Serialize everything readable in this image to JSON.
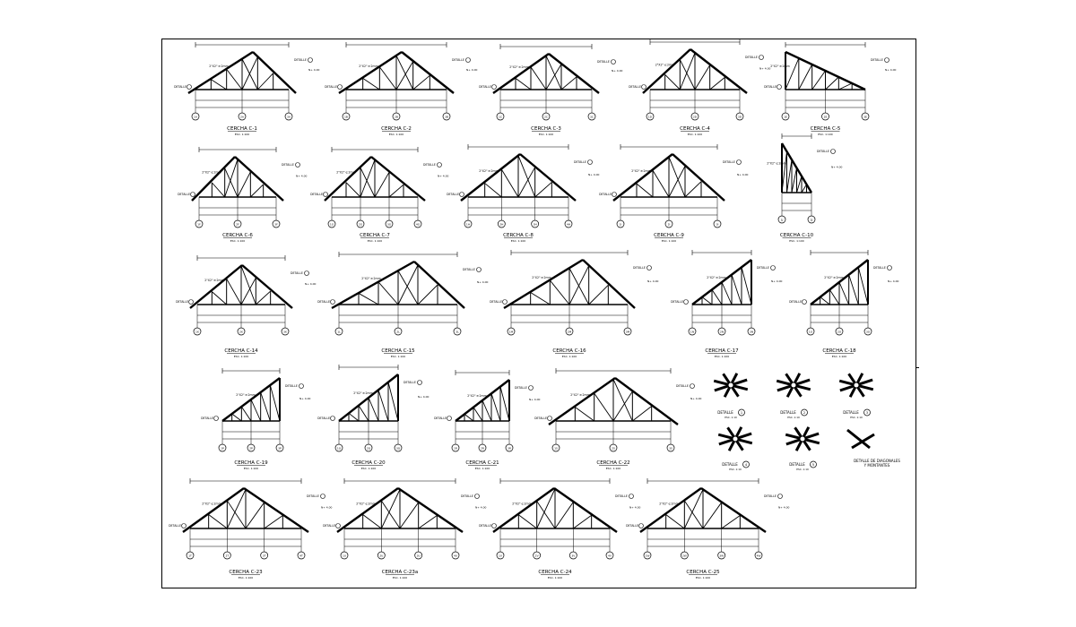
{
  "sheet": {
    "line_color": "#000000",
    "background": "#ffffff"
  },
  "trusses": [
    {
      "title": "CERCHA C-1",
      "scale": "ESC. 1:100",
      "axes": [
        "1A",
        "2A",
        "3A"
      ],
      "details": [
        "DETALLE",
        "DETALLE"
      ],
      "member_label": "2\"X2\" e:2mm",
      "level": "N+ 4.00"
    },
    {
      "title": "CERCHA C-2",
      "scale": "ESC. 1:100",
      "axes": [
        "1B",
        "2B",
        "3B"
      ],
      "details": [
        "DETALLE",
        "DETALLE"
      ],
      "member_label": "2\"X2\" e:2mm",
      "level": "N+ 4.00"
    },
    {
      "title": "CERCHA C-3",
      "scale": "ESC. 1:100",
      "axes": [
        "1C",
        "2C",
        "3C"
      ],
      "details": [
        "DETALLE",
        "DETALLE"
      ],
      "member_label": "2\"X2\" e:2mm",
      "level": "N+ 4.00"
    },
    {
      "title": "CERCHA C-4",
      "scale": "ESC. 1:100",
      "axes": [
        "1D",
        "2D",
        "3D"
      ],
      "details": [
        "DETALLE",
        "DETALLE"
      ],
      "member_label": "2\"X2\" e:2mm",
      "level": "N+ 4.00"
    },
    {
      "title": "CERCHA C-5",
      "scale": "ESC. 1:100",
      "axes": [
        "1E",
        "2E",
        "3E"
      ],
      "details": [
        "DETALLE",
        "DETALLE"
      ],
      "member_label": "2\"X2\" e:2mm",
      "level": "N+ 4.00"
    },
    {
      "title": "CERCHA C-6",
      "scale": "ESC. 1:100",
      "axes": [
        "1F",
        "2F",
        "3F"
      ],
      "details": [
        "DETALLE",
        "DETALLE"
      ],
      "member_label": "2\"X2\" e:2mm",
      "level": "N+ 4.00"
    },
    {
      "title": "CERCHA C-7",
      "scale": "ESC. 1:100",
      "axes": [
        "1G",
        "2G",
        "3G",
        "4G"
      ],
      "details": [
        "DETALLE",
        "DETALLE"
      ],
      "member_label": "2\"X2\" e:2mm",
      "level": "N+ 4.00"
    },
    {
      "title": "CERCHA C-8",
      "scale": "ESC. 1:100",
      "axes": [
        "1H",
        "2H",
        "3H",
        "4H"
      ],
      "details": [
        "DETALLE",
        "DETALLE"
      ],
      "member_label": "2\"X2\" e:2mm",
      "level": "N+ 4.00"
    },
    {
      "title": "CERCHA C-9",
      "scale": "ESC. 1:100",
      "axes": [
        "1I",
        "2I",
        "3I"
      ],
      "details": [
        "DETALLE",
        "DETALLE"
      ],
      "member_label": "2\"X2\" e:2mm",
      "level": "N+ 4.00"
    },
    {
      "title": "CERCHA C-10",
      "scale": "ESC. 1:100",
      "axes": [
        "1J",
        "2J"
      ],
      "details": [
        "DETALLE"
      ],
      "member_label": "2\"X2\" e:2mm",
      "level": "N+ 4.00"
    },
    {
      "title": "CERCHA C-14",
      "scale": "ESC. 1:100",
      "axes": [
        "1K",
        "2K",
        "3K"
      ],
      "details": [
        "DETALLE",
        "DETALLE"
      ],
      "member_label": "2\"X2\" e:2mm",
      "level": "N+ 4.00"
    },
    {
      "title": "CERCHA C-15",
      "scale": "ESC. 1:100",
      "axes": [
        "1L",
        "2L",
        "3L"
      ],
      "details": [
        "DETALLE",
        "DETALLE"
      ],
      "member_label": "2\"X2\" e:2mm",
      "level": "N+ 4.00"
    },
    {
      "title": "CERCHA C-16",
      "scale": "ESC. 1:100",
      "axes": [
        "1M",
        "2M",
        "3M"
      ],
      "details": [
        "DETALLE",
        "DETALLE"
      ],
      "member_label": "2\"X2\" e:2mm",
      "level": "N+ 4.00"
    },
    {
      "title": "CERCHA C-17",
      "scale": "ESC. 1:100",
      "axes": [
        "1N",
        "2N",
        "3N"
      ],
      "details": [
        "DETALLE",
        "DETALLE"
      ],
      "member_label": "2\"X2\" e:2mm",
      "level": "N+ 4.00"
    },
    {
      "title": "CERCHA C-18",
      "scale": "ESC. 1:100",
      "axes": [
        "1O",
        "2O",
        "3O"
      ],
      "details": [
        "DETALLE",
        "DETALLE"
      ],
      "member_label": "2\"X2\" e:2mm",
      "level": "N+ 4.00"
    },
    {
      "title": "CERCHA C-19",
      "scale": "ESC. 1:100",
      "axes": [
        "1P",
        "2P",
        "3P"
      ],
      "details": [
        "DETALLE",
        "DETALLE"
      ],
      "member_label": "2\"X2\" e:2mm",
      "level": "N+ 4.00"
    },
    {
      "title": "CERCHA C-20",
      "scale": "ESC. 1:100",
      "axes": [
        "1Q",
        "2Q",
        "3Q"
      ],
      "details": [
        "DETALLE",
        "DETALLE"
      ],
      "member_label": "2\"X2\" e:2mm",
      "level": "N+ 4.00"
    },
    {
      "title": "CERCHA C-21",
      "scale": "ESC. 1:100",
      "axes": [
        "1R",
        "2R",
        "3R"
      ],
      "details": [
        "DETALLE",
        "DETALLE"
      ],
      "member_label": "2\"X2\" e:2mm",
      "level": "N+ 4.00"
    },
    {
      "title": "CERCHA C-22",
      "scale": "ESC. 1:100",
      "axes": [
        "1S",
        "2S",
        "3S"
      ],
      "details": [
        "DETALLE",
        "DETALLE"
      ],
      "member_label": "2\"X2\" e:2mm",
      "level": "N+ 4.00"
    },
    {
      "title": "CERCHA C-23",
      "scale": "ESC. 1:100",
      "axes": [
        "1T",
        "2T",
        "3T",
        "4T"
      ],
      "details": [
        "DETALLE",
        "DETALLE"
      ],
      "member_label": "2\"X2\" e:2mm",
      "level": "N+ 4.00"
    },
    {
      "title": "CERCHA C-23a",
      "scale": "ESC. 1:100",
      "axes": [
        "1U",
        "2U",
        "3U",
        "4U"
      ],
      "details": [
        "DETALLE",
        "DETALLE"
      ],
      "member_label": "2\"X2\" e:2mm",
      "level": "N+ 4.00"
    },
    {
      "title": "CERCHA C-24",
      "scale": "ESC. 1:100",
      "axes": [
        "1V",
        "2V",
        "3V",
        "4V"
      ],
      "details": [
        "DETALLE",
        "DETALLE"
      ],
      "member_label": "2\"X2\" e:2mm",
      "level": "N+ 4.00"
    },
    {
      "title": "CERCHA C-25",
      "scale": "ESC. 1:100",
      "axes": [
        "1W",
        "2W",
        "3W",
        "4W"
      ],
      "details": [
        "DETALLE",
        "DETALLE"
      ],
      "member_label": "2\"X2\" e:2mm",
      "level": "N+ 4.00"
    }
  ],
  "connection_details": [
    {
      "title": "DETALLE",
      "number": "1",
      "scale": "ESC. 1:10"
    },
    {
      "title": "DETALLE",
      "number": "2",
      "scale": "ESC. 1:10"
    },
    {
      "title": "DETALLE",
      "number": "3",
      "scale": "ESC. 1:10"
    },
    {
      "title": "DETALLE",
      "number": "4",
      "scale": "ESC. 1:10"
    },
    {
      "title": "DETALLE",
      "number": "5",
      "scale": "ESC. 1:10"
    }
  ],
  "diagonal_note": {
    "line1": "DETALLE DE DIAGONALES",
    "line2": "Y MONTANTES"
  }
}
